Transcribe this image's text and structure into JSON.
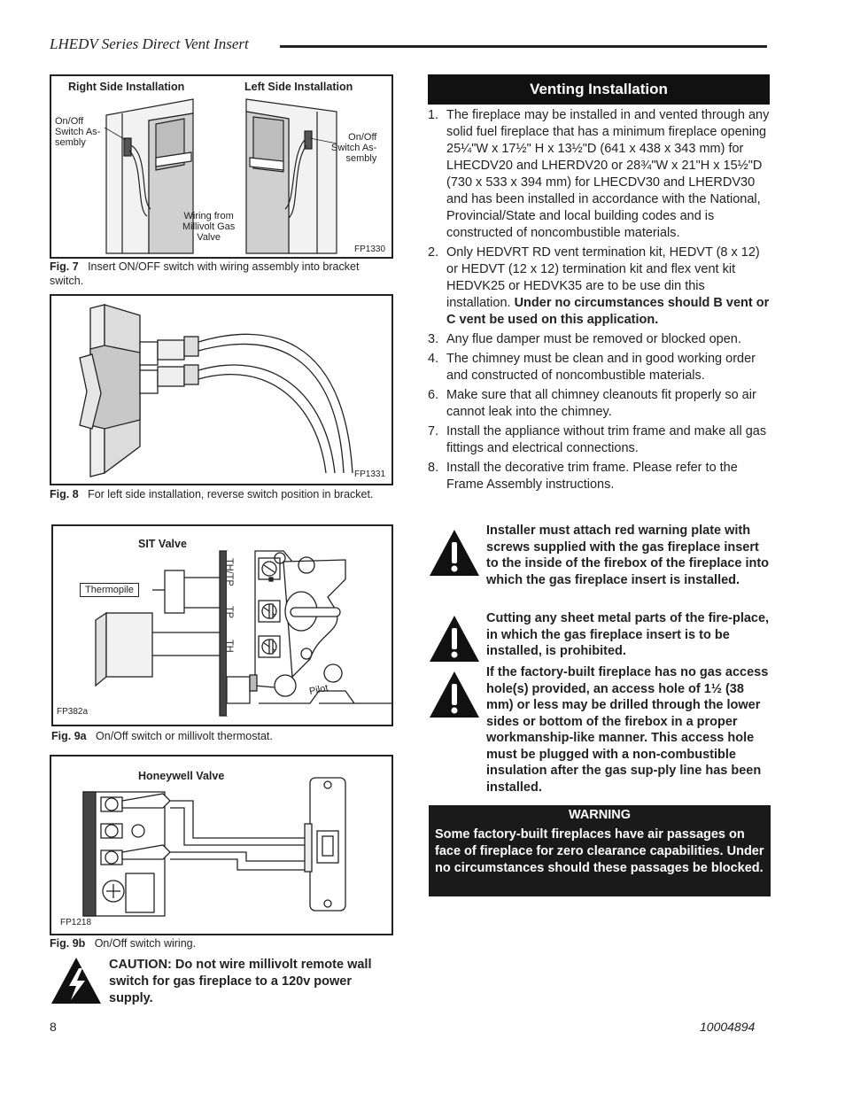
{
  "header": {
    "title": "LHEDV Series Direct Vent Insert"
  },
  "fig7": {
    "label_right_side": "Right Side Installation",
    "label_left_side": "Left Side Installation",
    "label_onoff_left": "On/Off\nSwitch As-\nsembly",
    "label_onoff_right": "On/Off\nSwitch As-\nsembly",
    "label_wiring": "Wiring from\nMillivolt Gas\nValve",
    "code": "FP1330",
    "caption_num": "Fig. 7",
    "caption_text": "Insert ON/OFF switch with wiring assembly into bracket switch."
  },
  "fig8": {
    "code": "FP1331",
    "caption_num": "Fig. 8",
    "caption_text": "For left side installation, reverse switch position in bracket."
  },
  "fig9a": {
    "label_valve": "SIT Valve",
    "label_thermopile": "Thermopile",
    "code": "FP382a",
    "caption_num": "Fig. 9a",
    "caption_text": "On/Off switch or millivolt thermostat."
  },
  "fig9b": {
    "label_valve": "Honeywell Valve",
    "code": "FP1218",
    "caption_num": "Fig. 9b",
    "caption_text": "On/Off switch wiring."
  },
  "caution": {
    "text": "CAUTION:  Do not wire millivolt remote wall switch for gas fireplace to a 120v power supply."
  },
  "venting": {
    "heading": "Venting Installation",
    "steps": [
      {
        "num": "1.",
        "text": "The fireplace may be installed in and vented through any solid fuel fireplace that has a minimum fireplace opening 25¼\"W x 17½\" H x 13½\"D (641 x 438 x 343 mm) for LHECDV20 and LHERDV20 or 28¾\"W x 21\"H x 15½\"D (730 x 533 x 394 mm) for LHECDV30 and LHERDV30 and has been installed in accordance with the National, Provincial/State and local building codes and is constructed of noncombustible materials."
      },
      {
        "num": "2.",
        "text": "Only HEDVRT RD vent termination kit, HEDVT (8 x 12) or HEDVT (12 x 12) termination kit and flex vent kit HEDVK25 or HEDVK35 are to be use din this installation.",
        "bold": "Under no circumstances should B vent or C vent be used on this application."
      },
      {
        "num": "3.",
        "text": "Any flue damper must be removed or blocked open."
      },
      {
        "num": "4.",
        "text": "The chimney must be clean and in good working order and constructed of noncombustible materials."
      },
      {
        "num": "6.",
        "text": "Make sure that all chimney cleanouts fit properly so air cannot leak into the chimney."
      },
      {
        "num": "7.",
        "text": "Install the appliance without trim frame and make all gas fittings and electrical connections."
      },
      {
        "num": "8.",
        "text": "Install the decorative trim frame. Please refer to the Frame Assembly instructions."
      }
    ]
  },
  "warnings": [
    "Installer must attach red warning plate with screws supplied with the gas fireplace insert to the inside of the firebox of the fireplace into which the gas fireplace insert is installed.",
    "Cutting any sheet metal parts of the fire-place, in which the gas fireplace insert is to be installed, is prohibited.",
    "If the factory-built fireplace has no gas access hole(s) provided, an access hole of 1½  (38 mm) or less may be drilled through the lower sides or bottom of the firebox in a proper workmanship-like manner. This access hole must be plugged with a non-combustible insulation after the gas sup-ply line has been installed."
  ],
  "warning_box": {
    "heading": "WARNING",
    "text": "Some factory-built fireplaces have air passages on face of fireplace for zero clearance capabilities. Under no circumstances should these passages be blocked."
  },
  "footer": {
    "page": "8",
    "doc_number": "10004894"
  }
}
